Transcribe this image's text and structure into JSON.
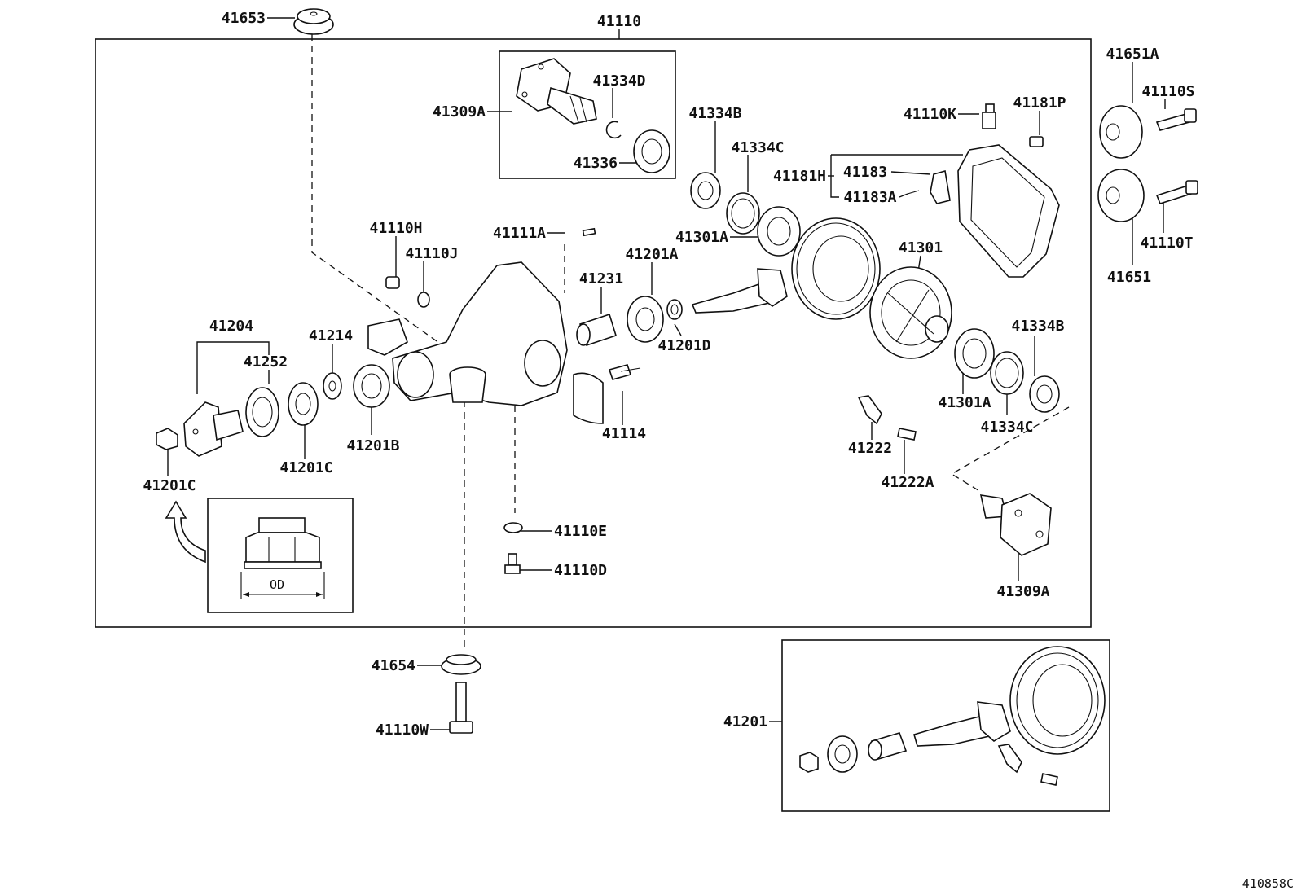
{
  "image_code": "410858C",
  "callouts": {
    "c41653": "41653",
    "c41110": "41110",
    "c41334D": "41334D",
    "c41309A_top": "41309A",
    "c41336": "41336",
    "c41334B_top": "41334B",
    "c41334C_top": "41334C",
    "c41110K": "41110K",
    "c41181P": "41181P",
    "c41651A": "41651A",
    "c41110S": "41110S",
    "c41181H": "41181H",
    "c41183": "41183",
    "c41183A": "41183A",
    "c41110T": "41110T",
    "c41651": "41651",
    "c41110H": "41110H",
    "c41110J": "41110J",
    "c41111A": "41111A",
    "c41301A_top": "41301A",
    "c41301": "41301",
    "c41201A": "41201A",
    "c41231": "41231",
    "c41201D": "41201D",
    "c41204": "41204",
    "c41214": "41214",
    "c41252": "41252",
    "c41334B_right": "41334B",
    "c41301A_right": "41301A",
    "c41334C_right": "41334C",
    "c41201B": "41201B",
    "c41201C_mid": "41201C",
    "c41201C_left": "41201C",
    "c41114": "41114",
    "c41222": "41222",
    "c41222A": "41222A",
    "c41309A_bottom": "41309A",
    "c41110E": "41110E",
    "c41110D": "41110D",
    "c41654": "41654",
    "c41110W": "41110W",
    "c41201": "41201"
  },
  "detail_inset": {
    "od_label": "OD"
  },
  "icons": [
    "flange-nut-icon",
    "arrow-icon",
    "bearing-icon",
    "gear-icon"
  ]
}
